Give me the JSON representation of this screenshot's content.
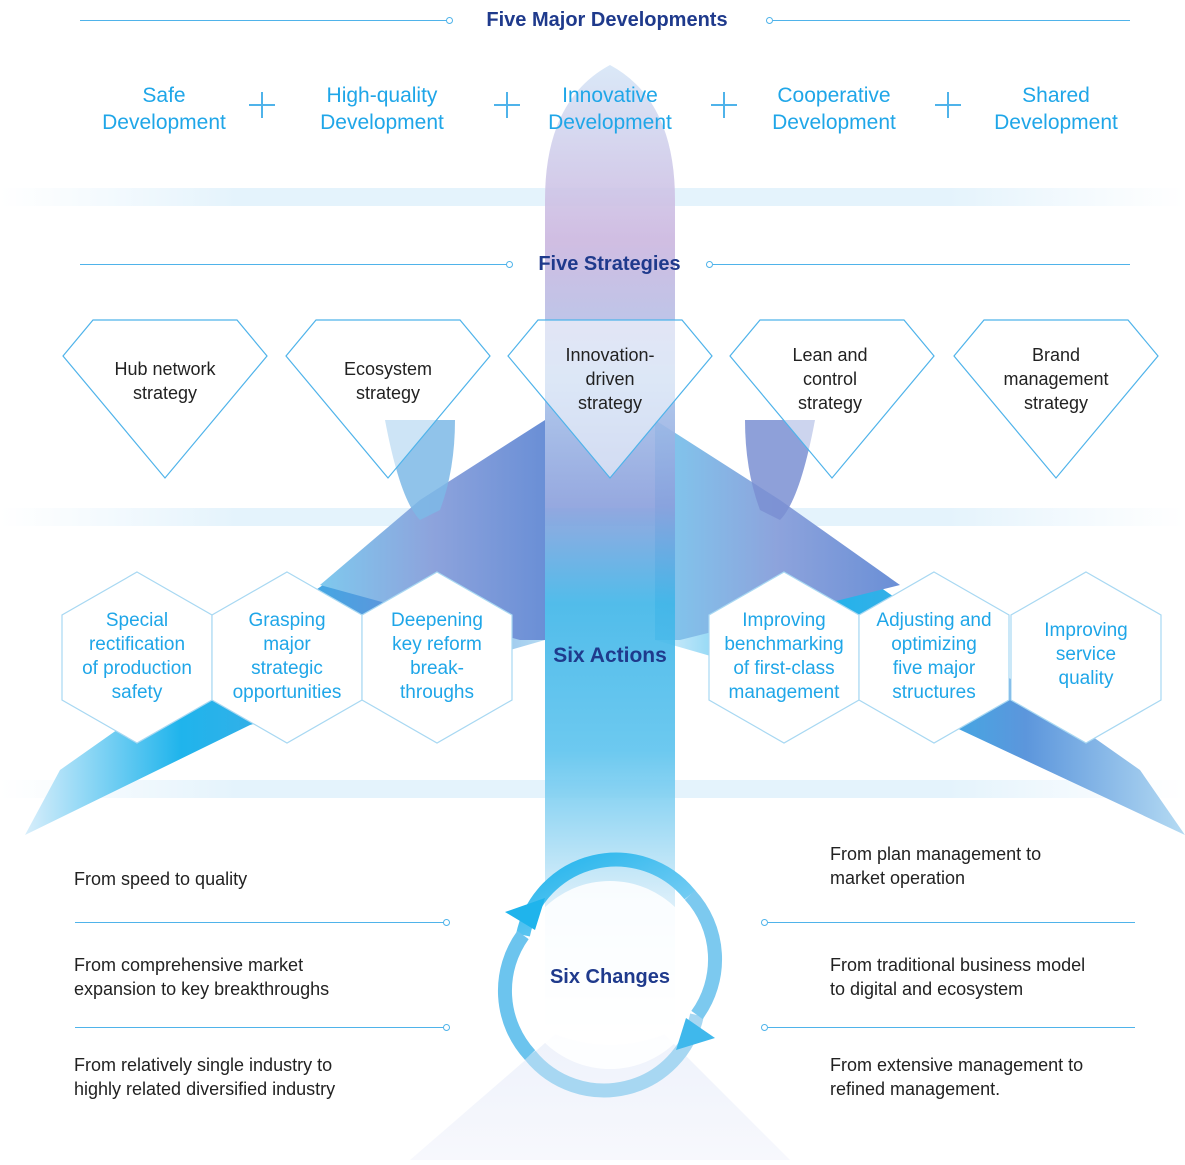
{
  "colors": {
    "title_navy": "#1f3a8c",
    "accent_blue": "#1fa6e8",
    "line_blue": "#4fb3ea"
  },
  "five_major_developments": {
    "title": "Five Major Developments",
    "items": [
      {
        "line1": "Safe",
        "line2": "Development"
      },
      {
        "line1": "High-quality",
        "line2": "Development"
      },
      {
        "line1": "Innovative",
        "line2": "Development"
      },
      {
        "line1": "Cooperative",
        "line2": "Development"
      },
      {
        "line1": "Shared",
        "line2": "Development"
      }
    ]
  },
  "five_strategies": {
    "title": "Five Strategies",
    "items": [
      {
        "lines": [
          "Hub network",
          "strategy"
        ]
      },
      {
        "lines": [
          "Ecosystem",
          "strategy"
        ]
      },
      {
        "lines": [
          "Innovation-",
          "driven",
          "strategy"
        ]
      },
      {
        "lines": [
          "Lean and",
          "control",
          "strategy"
        ]
      },
      {
        "lines": [
          "Brand",
          "management",
          "strategy"
        ]
      }
    ]
  },
  "six_actions": {
    "title": "Six Actions",
    "items": [
      {
        "lines": [
          "Special",
          "rectification",
          "of production",
          "safety"
        ]
      },
      {
        "lines": [
          "Grasping",
          "major",
          "strategic",
          "opportunities"
        ]
      },
      {
        "lines": [
          "Deepening",
          "key reform",
          "break-",
          "throughs"
        ]
      },
      {
        "lines": [
          "Improving",
          "benchmarking",
          "of first-class",
          "management"
        ]
      },
      {
        "lines": [
          "Adjusting and",
          "optimizing",
          "five major",
          "structures"
        ]
      },
      {
        "lines": [
          "Improving",
          "service",
          "quality"
        ]
      }
    ]
  },
  "six_changes": {
    "title": "Six Changes",
    "left": [
      {
        "lines": [
          "From speed to quality"
        ]
      },
      {
        "lines": [
          "From comprehensive market",
          "expansion to key breakthroughs"
        ]
      },
      {
        "lines": [
          "From relatively single industry to",
          "highly related diversified industry"
        ]
      }
    ],
    "right": [
      {
        "lines": [
          "From plan management to",
          "market operation"
        ]
      },
      {
        "lines": [
          "From traditional business model",
          "to digital and ecosystem"
        ]
      },
      {
        "lines": [
          "From extensive management to",
          "refined management."
        ]
      }
    ]
  }
}
